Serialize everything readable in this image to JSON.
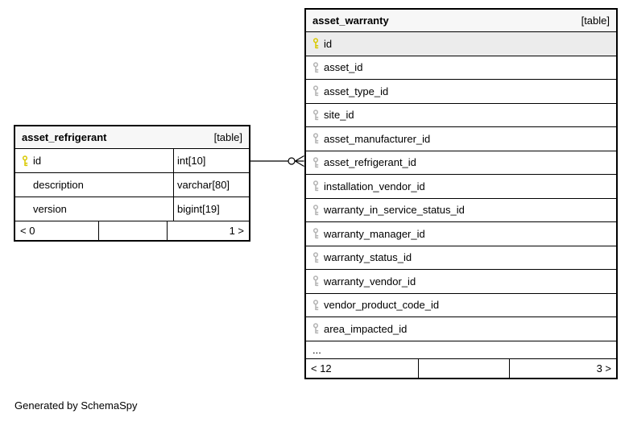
{
  "page": {
    "footer_note": "Generated by SchemaSpy"
  },
  "colors": {
    "primary_key": "#d9c900",
    "foreign_key": "#b3b3b3",
    "highlight_row_bg": "#ececec",
    "header_bg": "#f7f7f7",
    "line": "#000000"
  },
  "relationship": {
    "from": "asset_refrigerant.id",
    "to": "asset_warranty.asset_refrigerant_id",
    "cardinality": "zero-or-many"
  },
  "tables": {
    "asset_refrigerant": {
      "name": "asset_refrigerant",
      "badge": "[table]",
      "columns": [
        {
          "name": "id",
          "type": "int[10]",
          "key": "primary"
        },
        {
          "name": "description",
          "type": "varchar[80]"
        },
        {
          "name": "version",
          "type": "bigint[19]"
        }
      ],
      "footer": {
        "left": "< 0",
        "middle": "",
        "right": "1 >"
      }
    },
    "asset_warranty": {
      "name": "asset_warranty",
      "badge": "[table]",
      "columns": [
        {
          "name": "id",
          "key": "primary",
          "highlight": true
        },
        {
          "name": "asset_id",
          "key": "foreign"
        },
        {
          "name": "asset_type_id",
          "key": "foreign"
        },
        {
          "name": "site_id",
          "key": "foreign"
        },
        {
          "name": "asset_manufacturer_id",
          "key": "foreign"
        },
        {
          "name": "asset_refrigerant_id",
          "key": "foreign"
        },
        {
          "name": "installation_vendor_id",
          "key": "foreign"
        },
        {
          "name": "warranty_in_service_status_id",
          "key": "foreign"
        },
        {
          "name": "warranty_manager_id",
          "key": "foreign"
        },
        {
          "name": "warranty_status_id",
          "key": "foreign"
        },
        {
          "name": "warranty_vendor_id",
          "key": "foreign"
        },
        {
          "name": "vendor_product_code_id",
          "key": "foreign"
        },
        {
          "name": "area_impacted_id",
          "key": "foreign"
        }
      ],
      "ellipsis": "...",
      "footer": {
        "left": "< 12",
        "middle": "",
        "right": "3 >"
      }
    }
  }
}
